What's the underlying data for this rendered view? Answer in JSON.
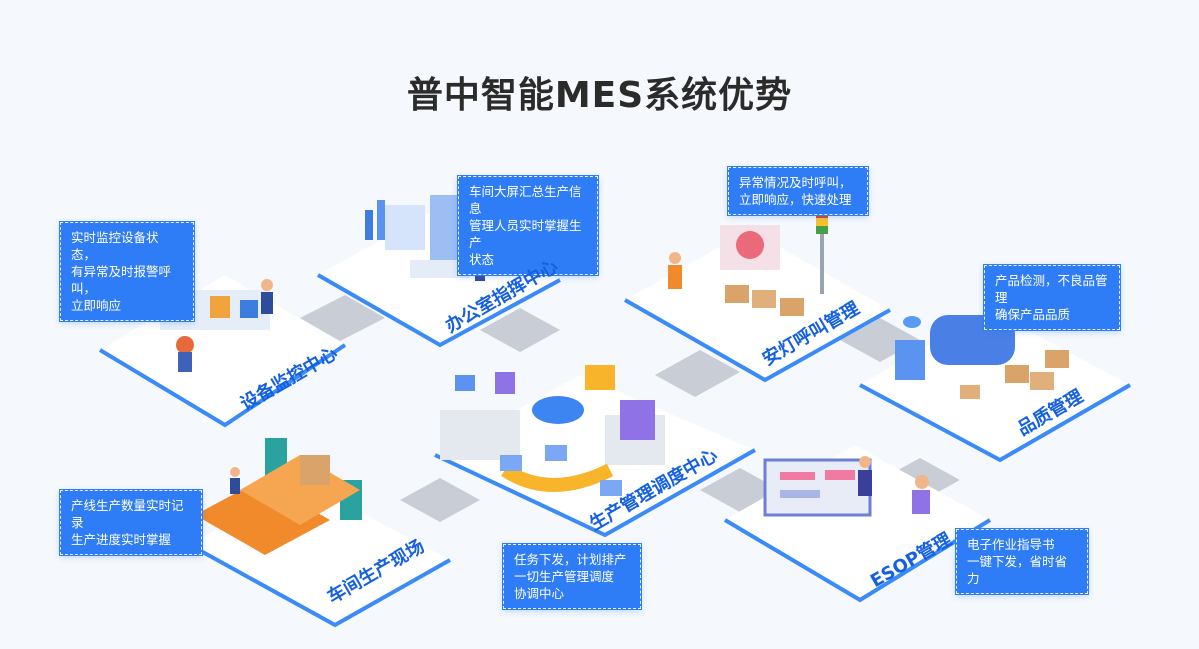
{
  "title": "普中智能MES系统优势",
  "modules": [
    {
      "name": "设备监控中心",
      "desc": "实时监控设备状态，\n有异常及时报警呼叫，\n立即响应"
    },
    {
      "name": "办公室指挥中心",
      "desc": "车间大屏汇总生产信息\n管理人员实时掌握生产\n状态"
    },
    {
      "name": "安灯呼叫管理",
      "desc": "异常情况及时呼叫，\n立即响应，快速处理"
    },
    {
      "name": "品质管理",
      "desc": "产品检测，不良品管理\n确保产品品质"
    },
    {
      "name": "生产管理调度中心",
      "desc": "任务下发，计划排产\n一切生产管理调度\n协调中心"
    },
    {
      "name": "车间生产现场",
      "desc": "产线生产数量实时记录\n生产进度实时掌握"
    },
    {
      "name": "ESOP管理",
      "desc": "电子作业指导书\n一键下发，省时省力"
    }
  ],
  "colors": {
    "accent": "#2f7df6",
    "label": "#1560e0",
    "tile_edge": "#3a8af7",
    "connector": "#c9ced6"
  }
}
